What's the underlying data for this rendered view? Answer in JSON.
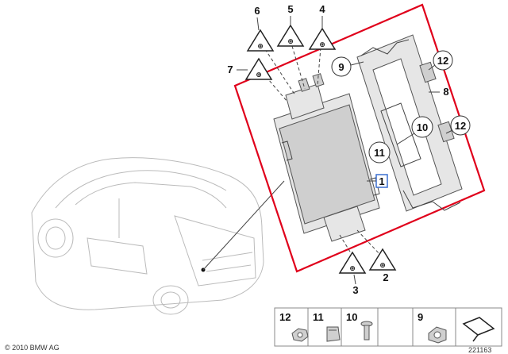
{
  "callouts": {
    "c1": "1",
    "c2": "2",
    "c3": "3",
    "c4": "4",
    "c5": "5",
    "c6": "6",
    "c7": "7",
    "c8": "8",
    "c9": "9",
    "c10": "10",
    "c11": "11",
    "c12a": "12",
    "c12b": "12"
  },
  "legend": {
    "items": [
      {
        "number": "12"
      },
      {
        "number": "11"
      },
      {
        "number": "10"
      },
      {
        "number": "9"
      }
    ]
  },
  "footer": {
    "copyright": "© 2010 BMW AG",
    "diagram_number": "221163"
  },
  "colors": {
    "highlight_frame": "#e0001b",
    "highlight_callout": "#3a6fd0"
  }
}
